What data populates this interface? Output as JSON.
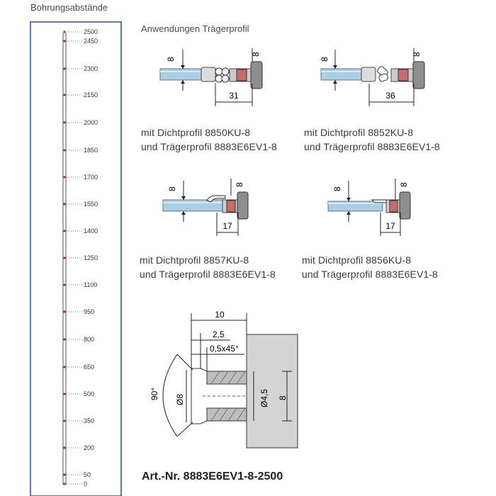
{
  "sidebar": {
    "title": "Bohrungsabstände",
    "ticks": [
      "2500",
      "2450",
      "2300",
      "2150",
      "2000",
      "1850",
      "1700",
      "1550",
      "1400",
      "1250",
      "1100",
      "950",
      "800",
      "650",
      "500",
      "350",
      "200",
      "50",
      "0"
    ]
  },
  "main": {
    "title": "Anwendungen Trägerprofil",
    "profiles": [
      {
        "dim_thickness": "8",
        "dim_width": "31",
        "caption_line1": "mit Dichtprofil 8850KU-8",
        "caption_line2": "und Trägerprofil 8883E6EV1-8"
      },
      {
        "dim_thickness": "8",
        "dim_width": "36",
        "caption_line1": "mit Dichtprofil 8852KU-8",
        "caption_line2": "und Trägerprofil 8883E6EV1-8"
      },
      {
        "dim_thickness": "8",
        "dim_thickness_right": "8",
        "dim_width": "17",
        "caption_line1": "mit Dichtprofil 8857KU-8",
        "caption_line2": "und Trägerprofil 8883E6EV1-8"
      },
      {
        "dim_thickness": "8",
        "dim_thickness_right": "8",
        "dim_width": "17",
        "caption_line1": "mit Dichtprofil 8856KU-8",
        "caption_line2": "und Trägerprofil 8883E6EV1-8"
      }
    ],
    "detail": {
      "dim_total": "10",
      "dim_step": "2,5",
      "dim_chamfer": "0,5x45°",
      "dim_angle": "90°",
      "dim_bore": "Ø8",
      "dim_hole": "Ø4,5",
      "dim_height": "8"
    },
    "article_number": "Art.-Nr. 8883E6EV1-8-2500"
  }
}
